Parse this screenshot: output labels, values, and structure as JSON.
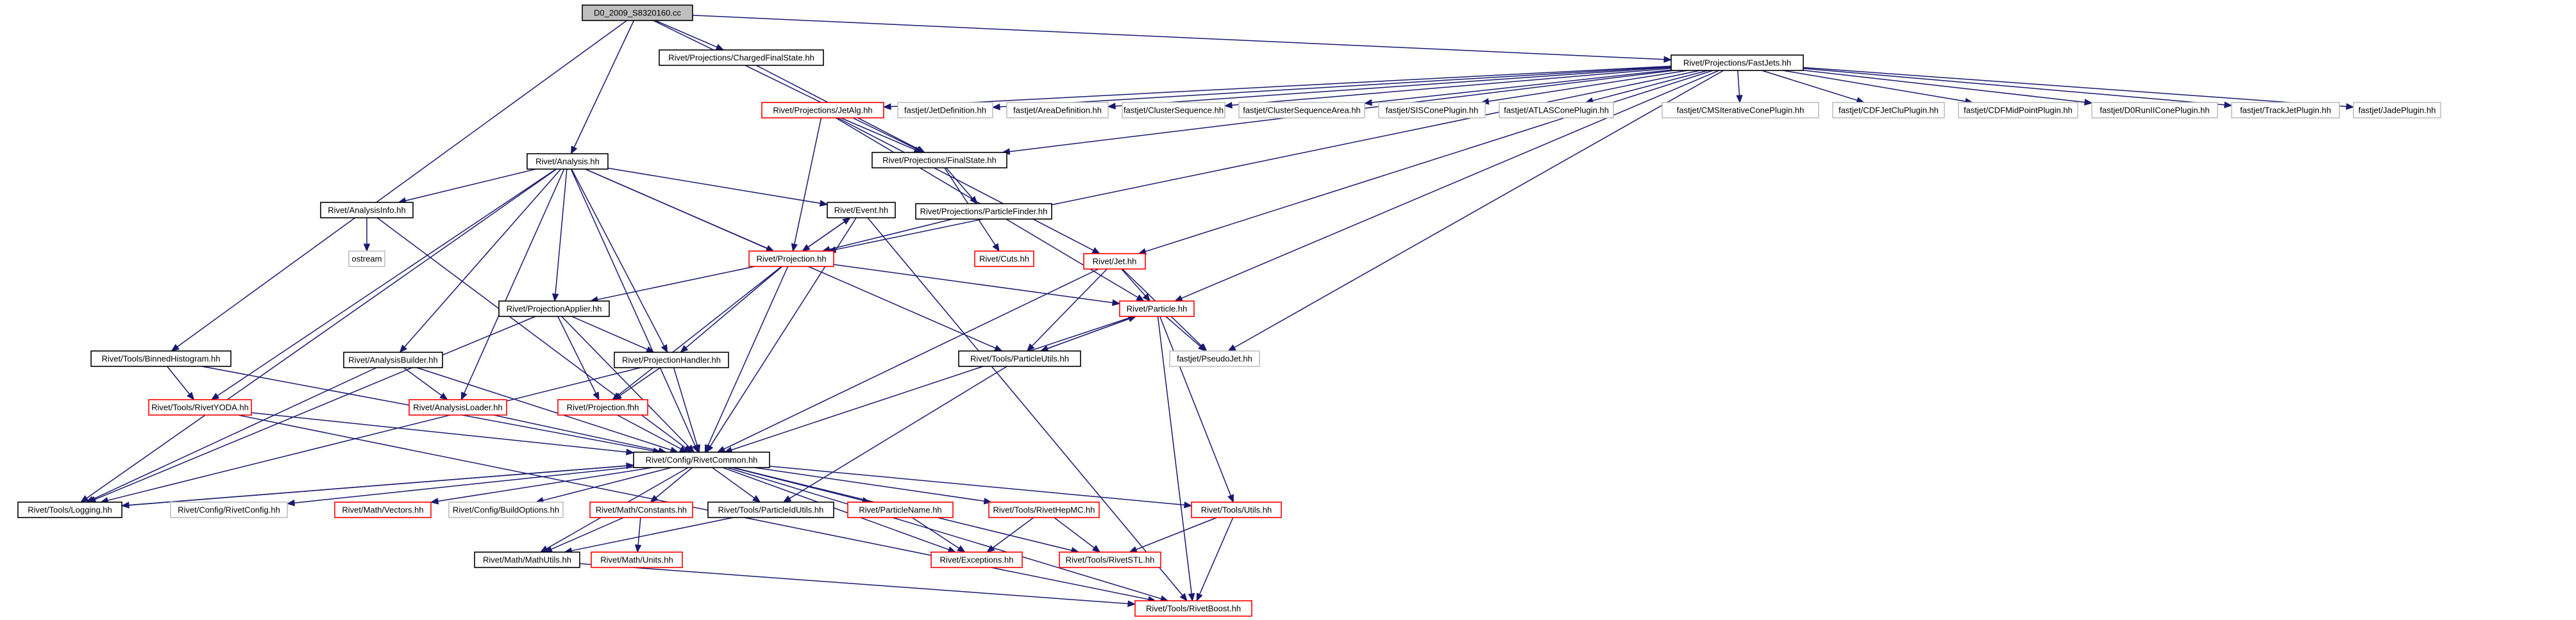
{
  "colors": {
    "edge": "#191970",
    "box_black": "#000000",
    "box_red": "#ff0000",
    "box_gray": "#bfbfbf",
    "root_fill": "#bfbfbf"
  },
  "nodes": {
    "root": {
      "label": "D0_2009_S8320160.cc",
      "style": "root"
    },
    "charged_fs": {
      "label": "Rivet/Projections/ChargedFinalState.hh",
      "style": "black"
    },
    "fastjets": {
      "label": "Rivet/Projections/FastJets.hh",
      "style": "black"
    },
    "jetalg": {
      "label": "Rivet/Projections/JetAlg.hh",
      "style": "red"
    },
    "fj_jetdef": {
      "label": "fastjet/JetDefinition.hh",
      "style": "gray"
    },
    "fj_areadef": {
      "label": "fastjet/AreaDefinition.hh",
      "style": "gray"
    },
    "fj_clseq": {
      "label": "fastjet/ClusterSequence.hh",
      "style": "gray"
    },
    "fj_clseqarea": {
      "label": "fastjet/ClusterSequenceArea.hh",
      "style": "gray"
    },
    "fj_siscone": {
      "label": "fastjet/SISConePlugin.hh",
      "style": "gray"
    },
    "fj_atlascone": {
      "label": "fastjet/ATLASConePlugin.hh",
      "style": "gray"
    },
    "fj_cmscone": {
      "label": "fastjet/CMSIterativeConePlugin.hh",
      "style": "gray"
    },
    "fj_cdfjetclu": {
      "label": "fastjet/CDFJetCluPlugin.hh",
      "style": "gray"
    },
    "fj_cdfmidpoint": {
      "label": "fastjet/CDFMidPointPlugin.hh",
      "style": "gray"
    },
    "fj_d0run": {
      "label": "fastjet/D0RunIIConePlugin.hh",
      "style": "gray"
    },
    "fj_trackjet": {
      "label": "fastjet/TrackJetPlugin.hh",
      "style": "gray"
    },
    "fj_jade": {
      "label": "fastjet/JadePlugin.hh",
      "style": "gray"
    },
    "finalstate": {
      "label": "Rivet/Projections/FinalState.hh",
      "style": "black"
    },
    "analysis": {
      "label": "Rivet/Analysis.hh",
      "style": "black"
    },
    "analysisinfo": {
      "label": "Rivet/AnalysisInfo.hh",
      "style": "black"
    },
    "ostream": {
      "label": "ostream",
      "style": "gray"
    },
    "event": {
      "label": "Rivet/Event.hh",
      "style": "black"
    },
    "particlefinder": {
      "label": "Rivet/Projections/ParticleFinder.hh",
      "style": "black"
    },
    "projection": {
      "label": "Rivet/Projection.hh",
      "style": "red"
    },
    "cuts": {
      "label": "Rivet/Cuts.hh",
      "style": "red"
    },
    "jet": {
      "label": "Rivet/Jet.hh",
      "style": "red"
    },
    "particle": {
      "label": "Rivet/Particle.hh",
      "style": "red"
    },
    "pseudojet": {
      "label": "fastjet/PseudoJet.hh",
      "style": "gray"
    },
    "projapplier": {
      "label": "Rivet/ProjectionApplier.hh",
      "style": "black"
    },
    "particleutils": {
      "label": "Rivet/Tools/ParticleUtils.hh",
      "style": "black"
    },
    "binnedhisto": {
      "label": "Rivet/Tools/BinnedHistogram.hh",
      "style": "black"
    },
    "analysisbuilder": {
      "label": "Rivet/AnalysisBuilder.hh",
      "style": "black"
    },
    "projhandler": {
      "label": "Rivet/ProjectionHandler.hh",
      "style": "black"
    },
    "rivetyoda": {
      "label": "Rivet/Tools/RivetYODA.hh",
      "style": "red"
    },
    "analysisloader": {
      "label": "Rivet/AnalysisLoader.hh",
      "style": "red"
    },
    "projectionfhh": {
      "label": "Rivet/Projection.fhh",
      "style": "red"
    },
    "rivetcommon": {
      "label": "Rivet/Config/RivetCommon.hh",
      "style": "black"
    },
    "logging": {
      "label": "Rivet/Tools/Logging.hh",
      "style": "black"
    },
    "rivetconfig": {
      "label": "Rivet/Config/RivetConfig.hh",
      "style": "gray"
    },
    "vectors": {
      "label": "Rivet/Math/Vectors.hh",
      "style": "red"
    },
    "buildoptions": {
      "label": "Rivet/Config/BuildOptions.hh",
      "style": "gray"
    },
    "constants": {
      "label": "Rivet/Math/Constants.hh",
      "style": "red"
    },
    "particleidutils": {
      "label": "Rivet/Tools/ParticleIdUtils.hh",
      "style": "black"
    },
    "particlename": {
      "label": "Rivet/ParticleName.hh",
      "style": "red"
    },
    "rivethepmc": {
      "label": "Rivet/Tools/RivetHepMC.hh",
      "style": "red"
    },
    "utils": {
      "label": "Rivet/Tools/Utils.hh",
      "style": "red"
    },
    "mathutils": {
      "label": "Rivet/Math/MathUtils.hh",
      "style": "black"
    },
    "units": {
      "label": "Rivet/Math/Units.hh",
      "style": "red"
    },
    "exceptions": {
      "label": "Rivet/Exceptions.hh",
      "style": "red"
    },
    "rivetstl": {
      "label": "Rivet/Tools/RivetSTL.hh",
      "style": "red"
    },
    "rivetboost": {
      "label": "Rivet/Tools/RivetBoost.hh",
      "style": "red"
    }
  }
}
